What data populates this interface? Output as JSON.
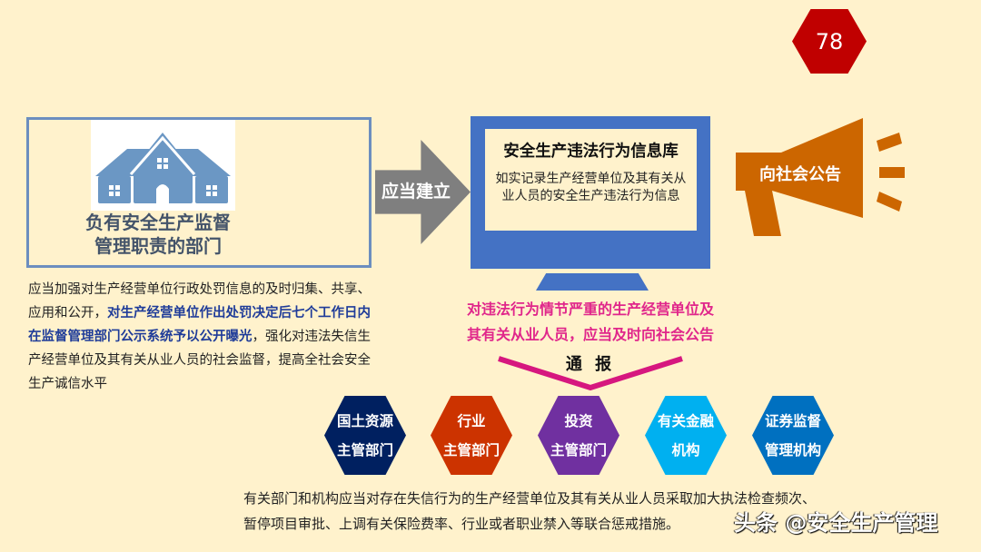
{
  "page_number": "78",
  "department_box": {
    "icon": "house-icon",
    "title_line1": "负有安全生产监督",
    "title_line2": "管理职责的部门"
  },
  "left_paragraph": {
    "part1": "应当加强对生产经营单位行政处罚信息的及时归集、共享、应用和公开，",
    "highlight": "对生产经营单位作出处罚决定后七个工作日内在监督管理部门公示系统予以公开曝光",
    "part2": "，强化对违法失信生产经营单位及其有关从业人员的社会监督，提高全社会安全生产诚信水平"
  },
  "arrow": {
    "label": "应当建立",
    "color": "#7f7f7f"
  },
  "database": {
    "title": "安全生产违法行为信息库",
    "description": "如实记录生产经营单位及其有关从业人员的安全生产违法行为信息",
    "color": "#4472c4"
  },
  "megaphone": {
    "label": "向社会公告",
    "color": "#cc6600"
  },
  "serious_notice": {
    "line1": "对违法行为情节严重的生产经营单位及",
    "line2": "其有关从业人员，应当及时向社会公告",
    "color": "#e0268b"
  },
  "notify_label": "通 报",
  "agencies": [
    {
      "line1": "国土资源",
      "line2": "主管部门",
      "color": "#002060"
    },
    {
      "line1": "行业",
      "line2": "主管部门",
      "color": "#cc3300"
    },
    {
      "line1": "投资",
      "line2": "主管部门",
      "color": "#7030a0"
    },
    {
      "line1": "有关金融",
      "line2": "机构",
      "color": "#00b0f0"
    },
    {
      "line1": "证券监督",
      "line2": "管理机构",
      "color": "#0070c0"
    }
  ],
  "bottom_paragraph": {
    "line1": "有关部门和机构应当对存在失信行为的生产经营单位及其有关从业人员采取加大执法检查频次、",
    "line2": "暂停项目审批、上调有关保险费率、行业或者职业禁入等联合惩戒措施。"
  },
  "watermark": "头条 @安全生产管理"
}
